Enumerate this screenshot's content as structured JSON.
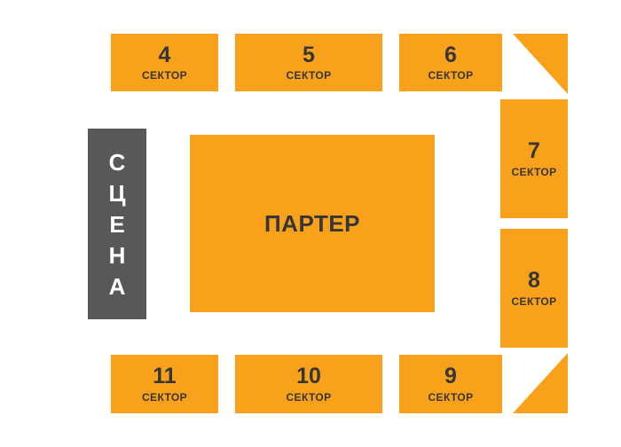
{
  "colors": {
    "sector_fill": "#F9A11B",
    "stage_fill": "#58585A",
    "sector_text": "#363636",
    "stage_text": "#FFFFFF",
    "background": "#FFFFFF"
  },
  "labels": {
    "sector_word": "СЕКТОР",
    "parterre": "ПАРТЕР",
    "stage": "СЦЕНА"
  },
  "stage": {
    "letters": [
      "С",
      "Ц",
      "Е",
      "Н",
      "А"
    ]
  },
  "sectors": [
    {
      "number": "4"
    },
    {
      "number": "5"
    },
    {
      "number": "6"
    },
    {
      "number": "7"
    },
    {
      "number": "8"
    },
    {
      "number": "9"
    },
    {
      "number": "10"
    },
    {
      "number": "11"
    }
  ]
}
